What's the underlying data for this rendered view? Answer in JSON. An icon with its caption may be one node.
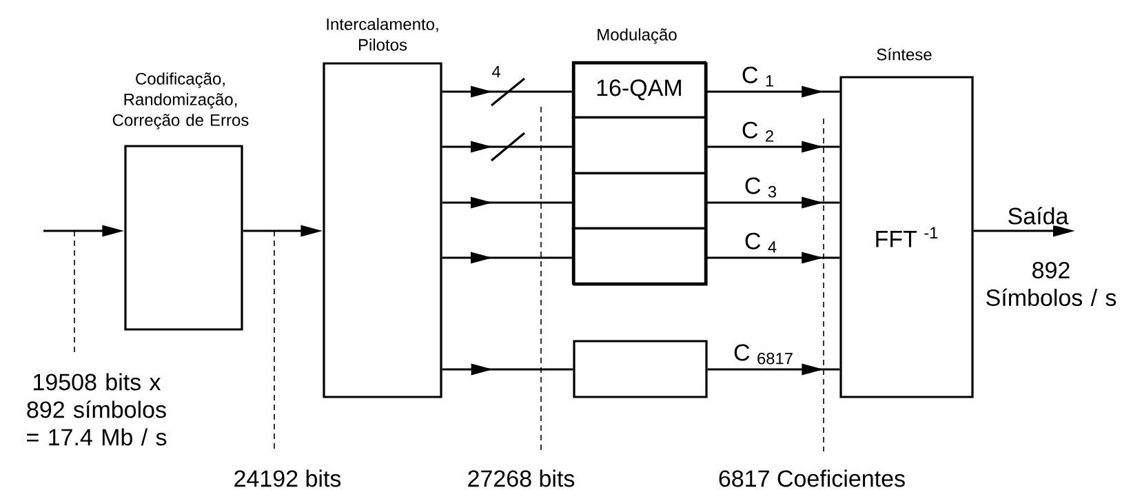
{
  "diagram": {
    "nodes": [
      {
        "text": [
          "Codificação, Randomização, Correção de Erros"
        ]
      },
      {
        "text": [
          "Intercalamento, Pilotos"
        ]
      },
      {
        "text": [
          "Modulação"
        ]
      },
      {
        "text": [
          "16-QAM"
        ],
        "in": 2
      },
      {
        "text": [],
        "shape": "box",
        "in": 2
      },
      {
        "text": [],
        "shape": "box",
        "in": 2
      },
      {
        "text": [],
        "shape": "box",
        "in": 2
      },
      {
        "text": [],
        "shape": "box"
      },
      {
        "text": [
          "Síntese",
          "FFT $^{-1}$"
        ]
      }
    ],
    "edges": [
      {
        "from": null,
        "to": 0,
        "arrow": "to"
      },
      {
        "from": 0,
        "to": 1,
        "arrow": "to"
      },
      {
        "from": 1,
        "to": 3,
        "arrow": "to"
      },
      {
        "from": 1,
        "to": 4,
        "arrow": "to"
      },
      {
        "from": 1,
        "to": 5,
        "arrow": "to"
      },
      {
        "from": 1,
        "to": 6,
        "arrow": "to"
      },
      {
        "from": 1,
        "to": 7,
        "arrow": "to"
      },
      {
        "from": 3,
        "to": 8,
        "arrow": "to",
        "label": "C $_{1}$"
      },
      {
        "from": 4,
        "to": 8,
        "arrow": "to",
        "label": "C $_{2}$"
      },
      {
        "from": 5,
        "to": 8,
        "arrow": "to",
        "label": "C $_{3}$"
      },
      {
        "from": 6,
        "to": 8,
        "arrow": "to",
        "label": "C $_{4}$"
      },
      {
        "from": 7,
        "to": 8,
        "arrow": "to",
        "label": "C $_{6817}$"
      },
      {
        "from": 8,
        "to": null,
        "arrow": "to",
        "label": "Saída"
      }
    ],
    "labels": [
      "4",
      "19508 bits x 892 símbolos = 17.4 Mb / s",
      "24192 bits",
      "27268 bits",
      "6817 Coeficientes",
      "892 Símbolos / s"
    ]
  }
}
